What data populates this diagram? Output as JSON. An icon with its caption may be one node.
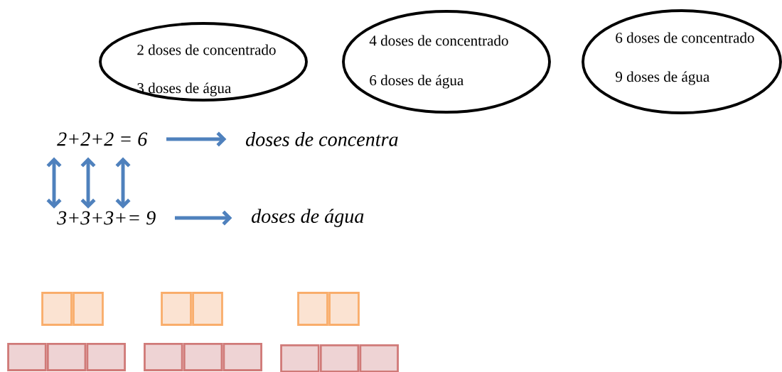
{
  "diagram": {
    "nodes": [
      {
        "text": [
          "2 doses de concentrado",
          "3 doses de água"
        ]
      },
      {
        "text": [
          "4 doses de concentrado",
          "6 doses de água"
        ]
      },
      {
        "text": [
          "6 doses de concentrado",
          "9 doses de água"
        ]
      },
      {
        "text": [
          "2+2+2 = 6"
        ]
      },
      {
        "text": [
          "doses de concentra"
        ]
      },
      {
        "text": [
          "3+3+3+= 9"
        ]
      },
      {
        "text": [
          "doses de água"
        ]
      },
      {
        "text": [],
        "shape": "box"
      },
      {
        "text": [],
        "shape": "box"
      },
      {
        "text": [],
        "shape": "box"
      },
      {
        "text": [],
        "shape": "box"
      },
      {
        "text": [],
        "shape": "box"
      },
      {
        "text": [],
        "shape": "box"
      },
      {
        "text": [],
        "shape": "box"
      },
      {
        "text": [],
        "shape": "box"
      },
      {
        "text": [],
        "shape": "box"
      },
      {
        "text": [],
        "shape": "box"
      },
      {
        "text": [],
        "shape": "box"
      },
      {
        "text": [],
        "shape": "box"
      },
      {
        "text": [],
        "shape": "box"
      },
      {
        "text": [],
        "shape": "box"
      },
      {
        "text": [],
        "shape": "box"
      }
    ],
    "edges": [
      {
        "from": 3,
        "to": 4,
        "arrow": "to"
      },
      {
        "from": 3,
        "to": 5,
        "arrow": "both"
      },
      {
        "from": 3,
        "to": 5,
        "arrow": "both"
      },
      {
        "from": 3,
        "to": 5,
        "arrow": "both"
      },
      {
        "from": 5,
        "to": 6,
        "arrow": "to"
      }
    ]
  }
}
